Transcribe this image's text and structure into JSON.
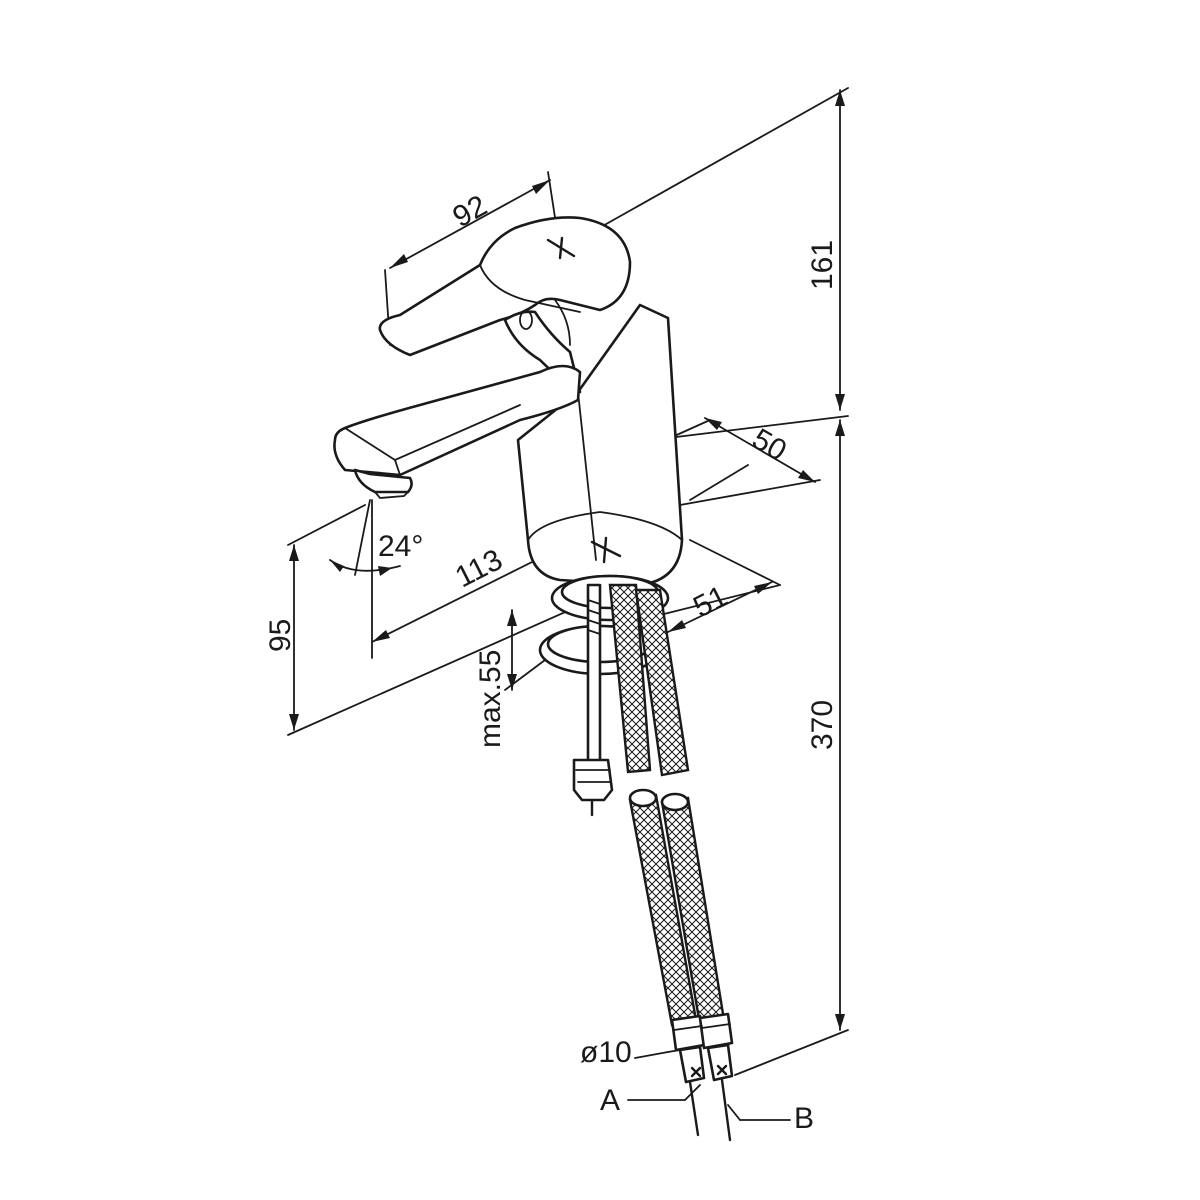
{
  "dimensions": {
    "handle_length": "92",
    "total_height": "161",
    "hose_length": "370",
    "base_depth": "50",
    "spout_reach": "113",
    "base_offset": "51",
    "spout_height": "95",
    "max_deck_thickness": "max.55",
    "spout_angle": "24°",
    "hose_diameter": "ø10"
  },
  "connection_labels": {
    "a": "A",
    "b": "B"
  }
}
